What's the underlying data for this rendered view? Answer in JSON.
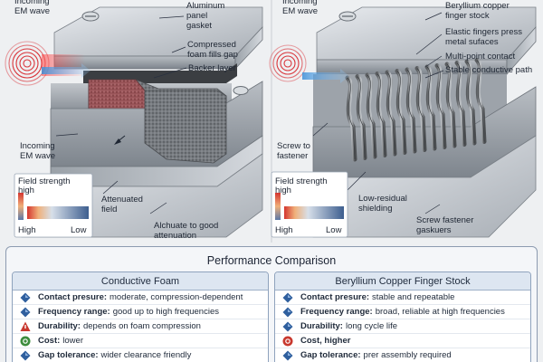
{
  "left_diagram": {
    "labels": {
      "incoming_top": "Incoming\nEM wave",
      "aluminum": "Aluminum\npanel\ngasket",
      "foam_fills": "Compressed\nfoam fills gap",
      "backer": "Backer layer",
      "incoming_bottom": "Incoming\nEM wave",
      "attenuated": "Attenuated\nfield",
      "alchuate": "Alchuate to good\nattenuation"
    },
    "legend": {
      "title": "Field strength",
      "high_top": "high",
      "high": "High",
      "low": "Low"
    }
  },
  "right_diagram": {
    "labels": {
      "incoming": "Incoming\nEM wave",
      "beryllium": "Beryllium copper\nfinger stock",
      "elastic": "Elastic fingers press\nmetal sufaces",
      "multipoint": "Multi-point contact",
      "stable": "Stable conductive path",
      "screw_to": "Screw to\nfastener",
      "low_residual": "Low-residual\nshielding",
      "screw_gaskets": "Screw fastener\ngaskuers"
    },
    "legend": {
      "title": "Field strength",
      "high_top": "high",
      "high": "High",
      "low": "Low"
    }
  },
  "performance": {
    "title": "Performance Comparison",
    "columns": [
      {
        "header": "Conductive Foam",
        "rows": [
          {
            "icon": "diamond-icon",
            "label": "Contact presure:",
            "text": "moderate, compression-dependent"
          },
          {
            "icon": "diamond-icon",
            "label": "Frequency range:",
            "text": "good up to high frequencies"
          },
          {
            "icon": "warning-icon",
            "label": "Durability:",
            "text": "depends on foam compression"
          },
          {
            "icon": "coin-icon",
            "label": "Cost:",
            "text": "lower"
          },
          {
            "icon": "diamond-icon",
            "label": "Gap tolerance:",
            "text": "wider clearance friendly"
          }
        ]
      },
      {
        "header": "Beryllium Copper Finger Stock",
        "rows": [
          {
            "icon": "diamond-icon",
            "label": "Contact presure:",
            "text": "stable and repeatable"
          },
          {
            "icon": "diamond-icon",
            "label": "Frequency range:",
            "text": "broad, reliable at high frequencies"
          },
          {
            "icon": "diamond-icon",
            "label": "Durability:",
            "text": "long cycle life"
          },
          {
            "icon": "coin-icon",
            "label": "Cost, higher",
            "text": ""
          },
          {
            "icon": "diamond-icon",
            "label": "Gap tolerance:",
            "text": "prer assembly required"
          }
        ]
      }
    ]
  },
  "colors": {
    "icon_blue": "#2f5f9e",
    "icon_red": "#c8382e",
    "icon_green": "#3c8c3c",
    "wave_red": "#d9343a",
    "foam_red": "#a8555a",
    "foam_gray": "#707478"
  }
}
